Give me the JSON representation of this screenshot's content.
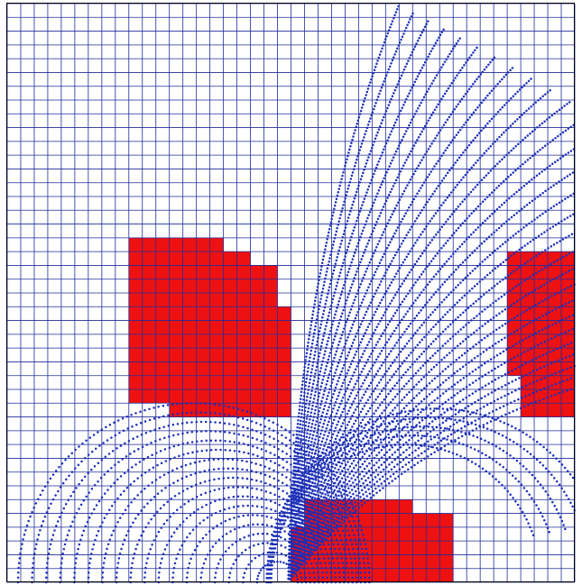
{
  "colors": {
    "background": "#ffffff",
    "grid": "#1f2d9a",
    "obstacle": "#ee1111",
    "trajectory": "#1c2fb8",
    "frame": "#000000"
  },
  "grid": {
    "columns": 42,
    "rows": 42
  },
  "obstacles": [
    {
      "name": "obstacle-left",
      "cells": [
        [
          9,
          17,
          16,
          29
        ],
        [
          16,
          18,
          18,
          29
        ],
        [
          18,
          19,
          20,
          29
        ],
        [
          20,
          22,
          21,
          29
        ],
        [
          12,
          29,
          21,
          30
        ]
      ]
    },
    {
      "name": "obstacle-right",
      "cells": [
        [
          37,
          18,
          42,
          27
        ],
        [
          38,
          27,
          42,
          30
        ]
      ]
    },
    {
      "name": "obstacle-bottom",
      "cells": [
        [
          21,
          38,
          30,
          42
        ],
        [
          22,
          36,
          30,
          38
        ],
        [
          30,
          37,
          33,
          42
        ]
      ]
    }
  ],
  "trajectories": {
    "origin_cell": [
      20.8,
      42
    ],
    "families": [
      {
        "name": "left-arcs",
        "type": "arc",
        "center_dx": -7.0,
        "radius_min": 1.5,
        "radius_max": 13.0,
        "count": 18,
        "theta_min": 0,
        "theta_max": 180
      },
      {
        "name": "right-arcs",
        "type": "arc",
        "center_dx": 11.0,
        "radius_min": 10.0,
        "radius_max": 12.6,
        "count": 5,
        "theta_min": 20,
        "theta_max": 180
      },
      {
        "name": "fan-rays",
        "type": "fan",
        "count": 28,
        "angle_min": 55,
        "angle_max": 88
      }
    ]
  }
}
